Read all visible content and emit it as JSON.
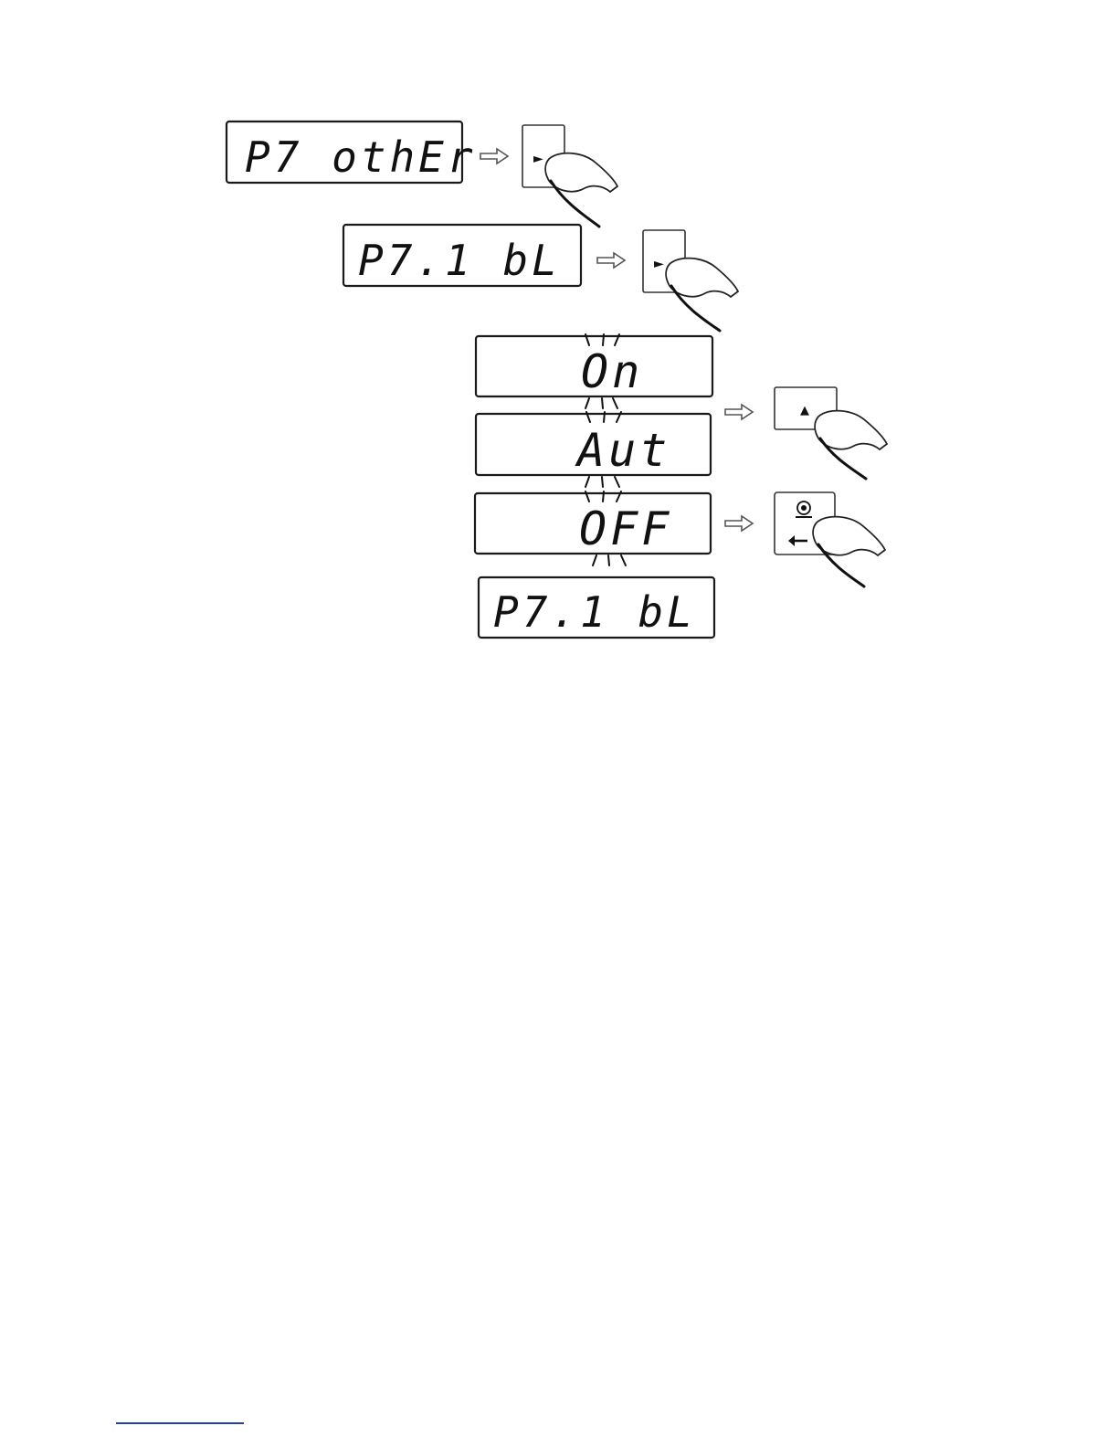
{
  "displays": [
    {
      "id": "menu-p7",
      "text": "P7 othEr"
    },
    {
      "id": "sub-p71",
      "text": "P7.1 bL"
    },
    {
      "id": "opt-on",
      "text": "On"
    },
    {
      "id": "opt-aut",
      "text": "Aut"
    },
    {
      "id": "opt-off",
      "text": "OFF"
    },
    {
      "id": "result-p71",
      "text": "P7.1 bL"
    }
  ],
  "keys": {
    "right_symbol": "►",
    "up_symbol": "▲"
  },
  "colors": {
    "lcd_border": "#1a1a1a",
    "arrow_border": "#555555",
    "footer_rule": "#2040b0"
  }
}
